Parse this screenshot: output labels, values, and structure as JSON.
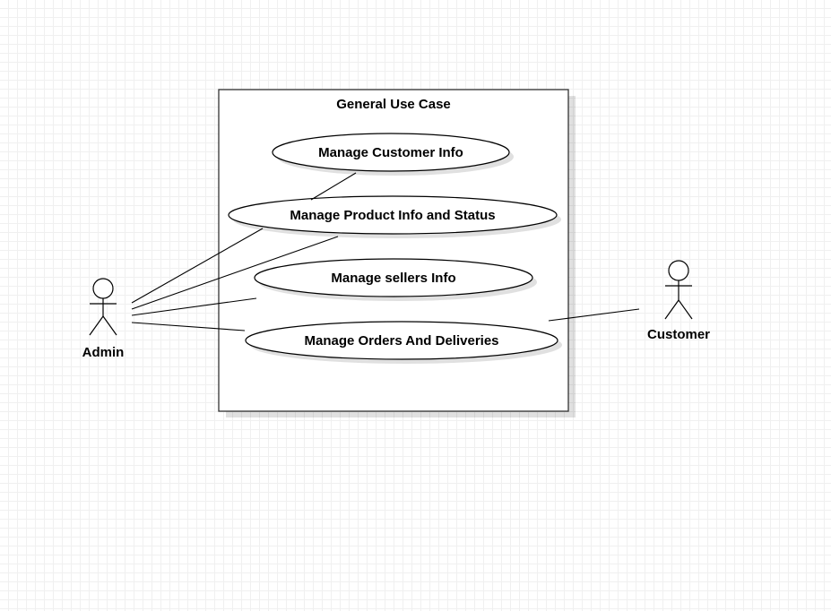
{
  "system": {
    "title": "General Use Case"
  },
  "use_cases": [
    "Manage Customer Info",
    "Manage Product Info and Status",
    "Manage sellers Info",
    "Manage Orders And Deliveries"
  ],
  "actors": [
    "Admin",
    "Customer"
  ],
  "colors": {
    "stroke": "#000000",
    "boundary": "#333333",
    "grid": "#f0f0f0",
    "background": "#ffffff"
  }
}
